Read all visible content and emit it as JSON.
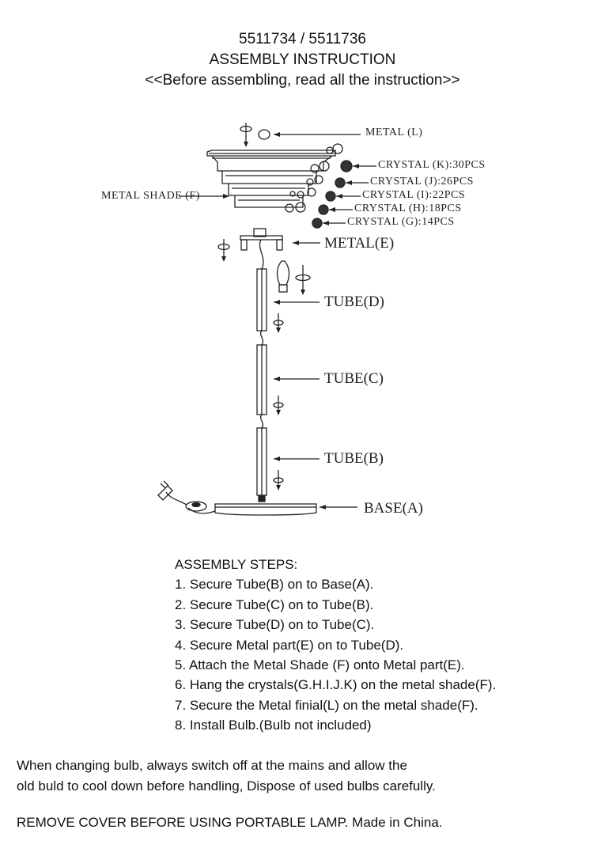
{
  "header": {
    "model": "5511734 / 5511736",
    "title": "ASSEMBLY INSTRUCTION",
    "subtitle": "<<Before assembling, read all the instruction>>"
  },
  "diagram": {
    "labels": {
      "metal_l": "METAL  (L)",
      "crystal_k": "CRYSTAL (K):30PCS",
      "crystal_j": "CRYSTAL (J):26PCS",
      "crystal_i": "CRYSTAL (I):22PCS",
      "crystal_h": "CRYSTAL (H):18PCS",
      "crystal_g": "CRYSTAL (G):14PCS",
      "metal_shade_f": "METAL SHADE (F)",
      "metal_e": "METAL(E)",
      "tube_d": "TUBE(D)",
      "tube_c": "TUBE(C)",
      "tube_b": "TUBE(B)",
      "base_a": "BASE(A)"
    }
  },
  "steps": {
    "heading": "ASSEMBLY STEPS:",
    "items": [
      "1. Secure Tube(B) on to Base(A).",
      "2. Secure Tube(C) on to Tube(B).",
      "3. Secure Tube(D) on to Tube(C).",
      "4. Secure Metal part(E) on to Tube(D).",
      "5. Attach the Metal Shade (F) onto Metal part(E).",
      "6. Hang the crystals(G.H.I.J.K) on the metal shade(F).",
      "7. Secure the Metal finial(L) on the metal shade(F).",
      "8. Install Bulb.(Bulb not included)"
    ]
  },
  "note": {
    "line1": "When changing bulb, always switch off at the mains and allow the",
    "line2": "old buld to cool down before handling, Dispose of used bulbs carefully."
  },
  "footer": "REMOVE COVER BEFORE USING PORTABLE LAMP. Made in China."
}
